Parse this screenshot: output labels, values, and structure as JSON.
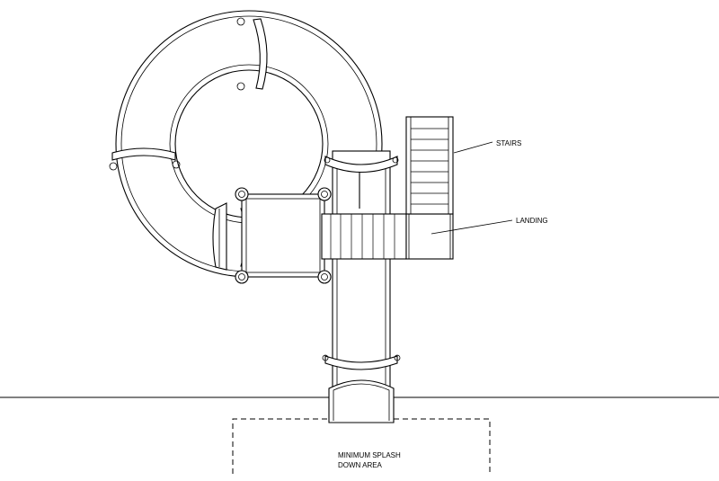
{
  "labels": {
    "stairs": "STAIRS",
    "landing": "LANDING",
    "splash_line1": "MINIMUM SPLASH",
    "splash_line2": "DOWN AREA"
  },
  "colors": {
    "line": "#000000",
    "background": "#ffffff"
  }
}
